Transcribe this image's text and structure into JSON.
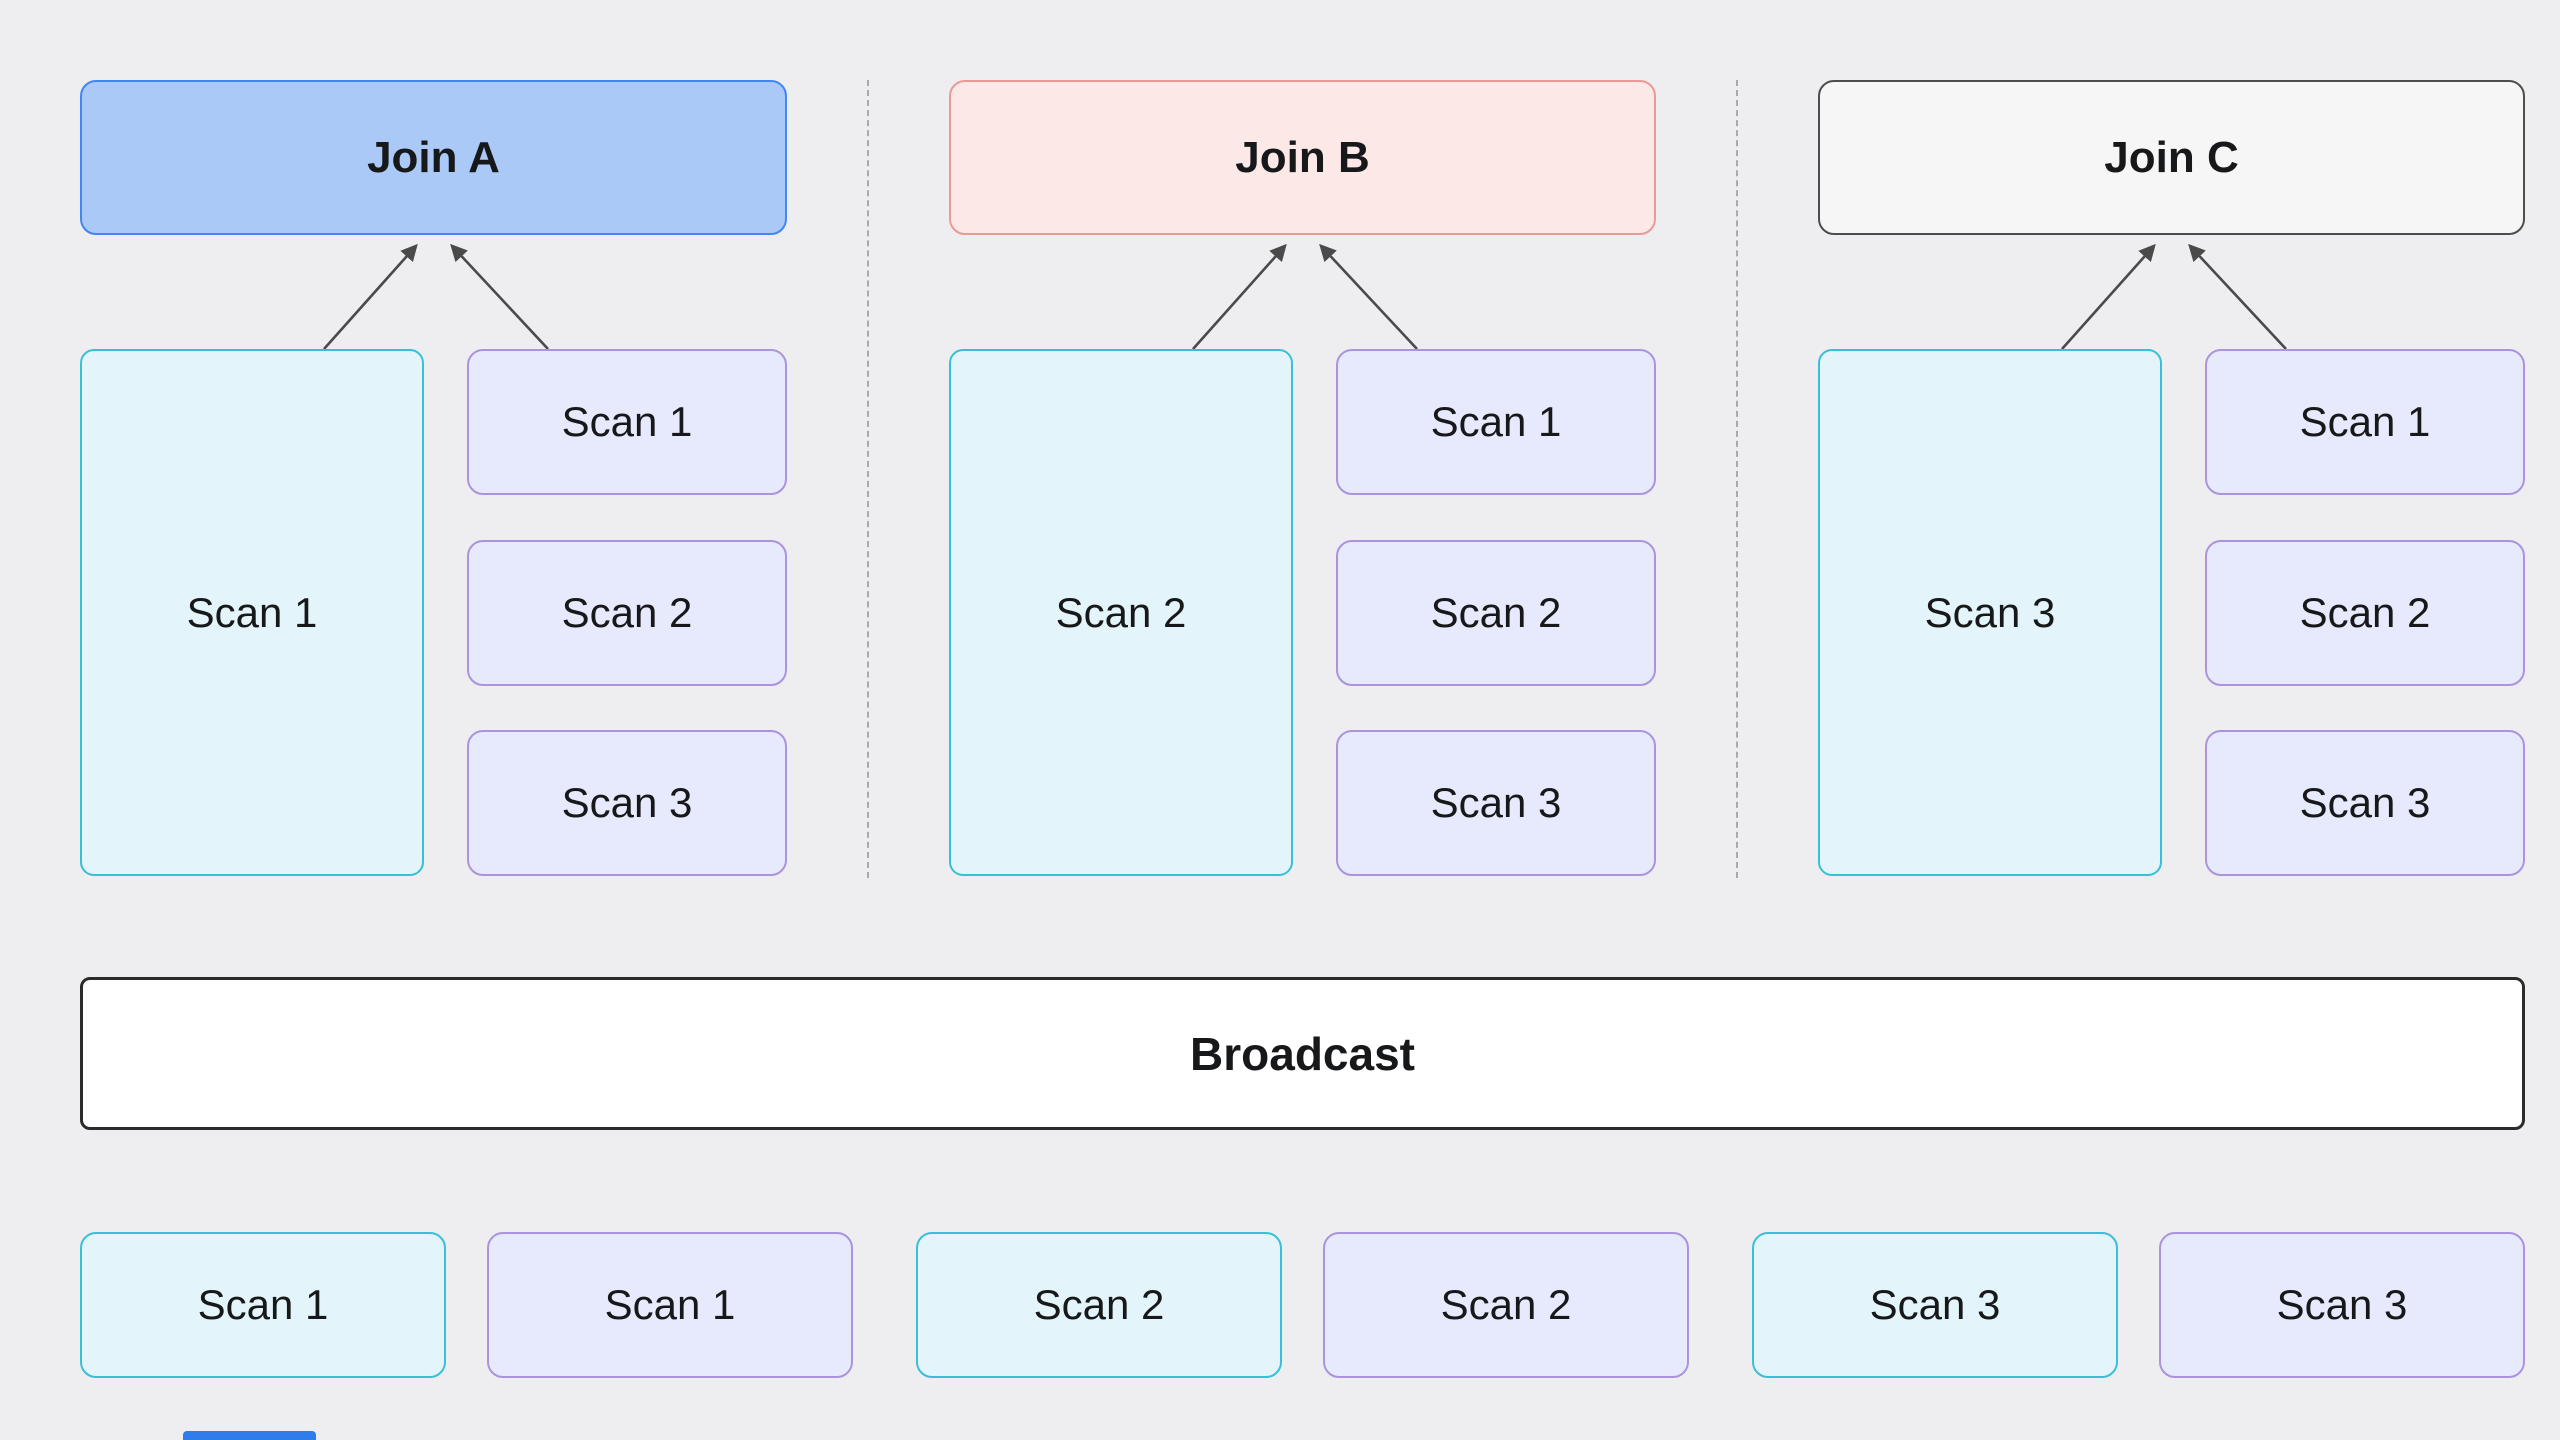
{
  "diagram": {
    "groups": [
      {
        "join_label": "Join A",
        "big_scan": "Scan 1",
        "small_scans": [
          "Scan 1",
          "Scan 2",
          "Scan 3"
        ]
      },
      {
        "join_label": "Join B",
        "big_scan": "Scan 2",
        "small_scans": [
          "Scan 1",
          "Scan 2",
          "Scan 3"
        ]
      },
      {
        "join_label": "Join C",
        "big_scan": "Scan 3",
        "small_scans": [
          "Scan 1",
          "Scan 2",
          "Scan 3"
        ]
      }
    ],
    "broadcast_label": "Broadcast",
    "bottom_row": [
      {
        "label": "Scan 1",
        "variant": "cyan"
      },
      {
        "label": "Scan 1",
        "variant": "purple"
      },
      {
        "label": "Scan 2",
        "variant": "cyan"
      },
      {
        "label": "Scan 2",
        "variant": "purple"
      },
      {
        "label": "Scan 3",
        "variant": "cyan"
      },
      {
        "label": "Scan 3",
        "variant": "purple"
      }
    ],
    "colors": {
      "background": "#eeeef1",
      "join_a_fill": "#aac9f7",
      "join_a_border": "#4285f4",
      "join_b_fill": "#fce9e7",
      "join_b_border": "#ea9a93",
      "join_c_fill": "#f6f6f7",
      "join_c_border": "#4d4d4d",
      "scan_cyan_fill": "#e3f5fb",
      "scan_cyan_border": "#39bfd6",
      "scan_purple_fill": "#e7eafc",
      "scan_purple_border": "#ab93dd",
      "broadcast_fill": "#ffffff",
      "broadcast_border": "#2b2b2b",
      "arrow": "#4a4a4a"
    }
  }
}
